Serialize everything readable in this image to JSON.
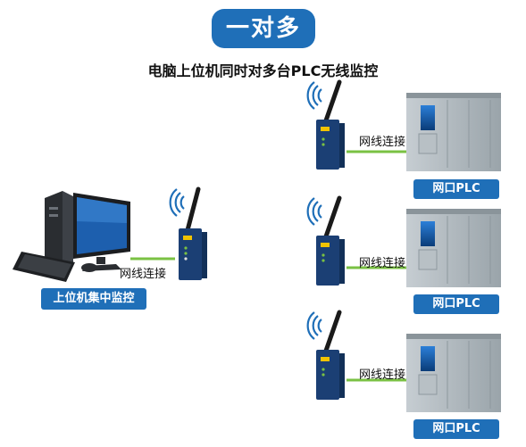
{
  "header": {
    "pill_text": "一对多",
    "subtitle": "电脑上位机同时对多台PLC无线监控"
  },
  "left": {
    "pc_label": "上位机集中监控",
    "link_label": "网线连接"
  },
  "devices": [
    {
      "link_label": "网线连接",
      "plc_label": "网口PLC"
    },
    {
      "link_label": "网线连接",
      "plc_label": "网口PLC"
    },
    {
      "link_label": "网线连接",
      "plc_label": "网口PLC"
    }
  ],
  "colors": {
    "accent_blue": "#1f6fb8",
    "cable_green": "#7ac143",
    "plc_gray": "#a8b1b7"
  }
}
